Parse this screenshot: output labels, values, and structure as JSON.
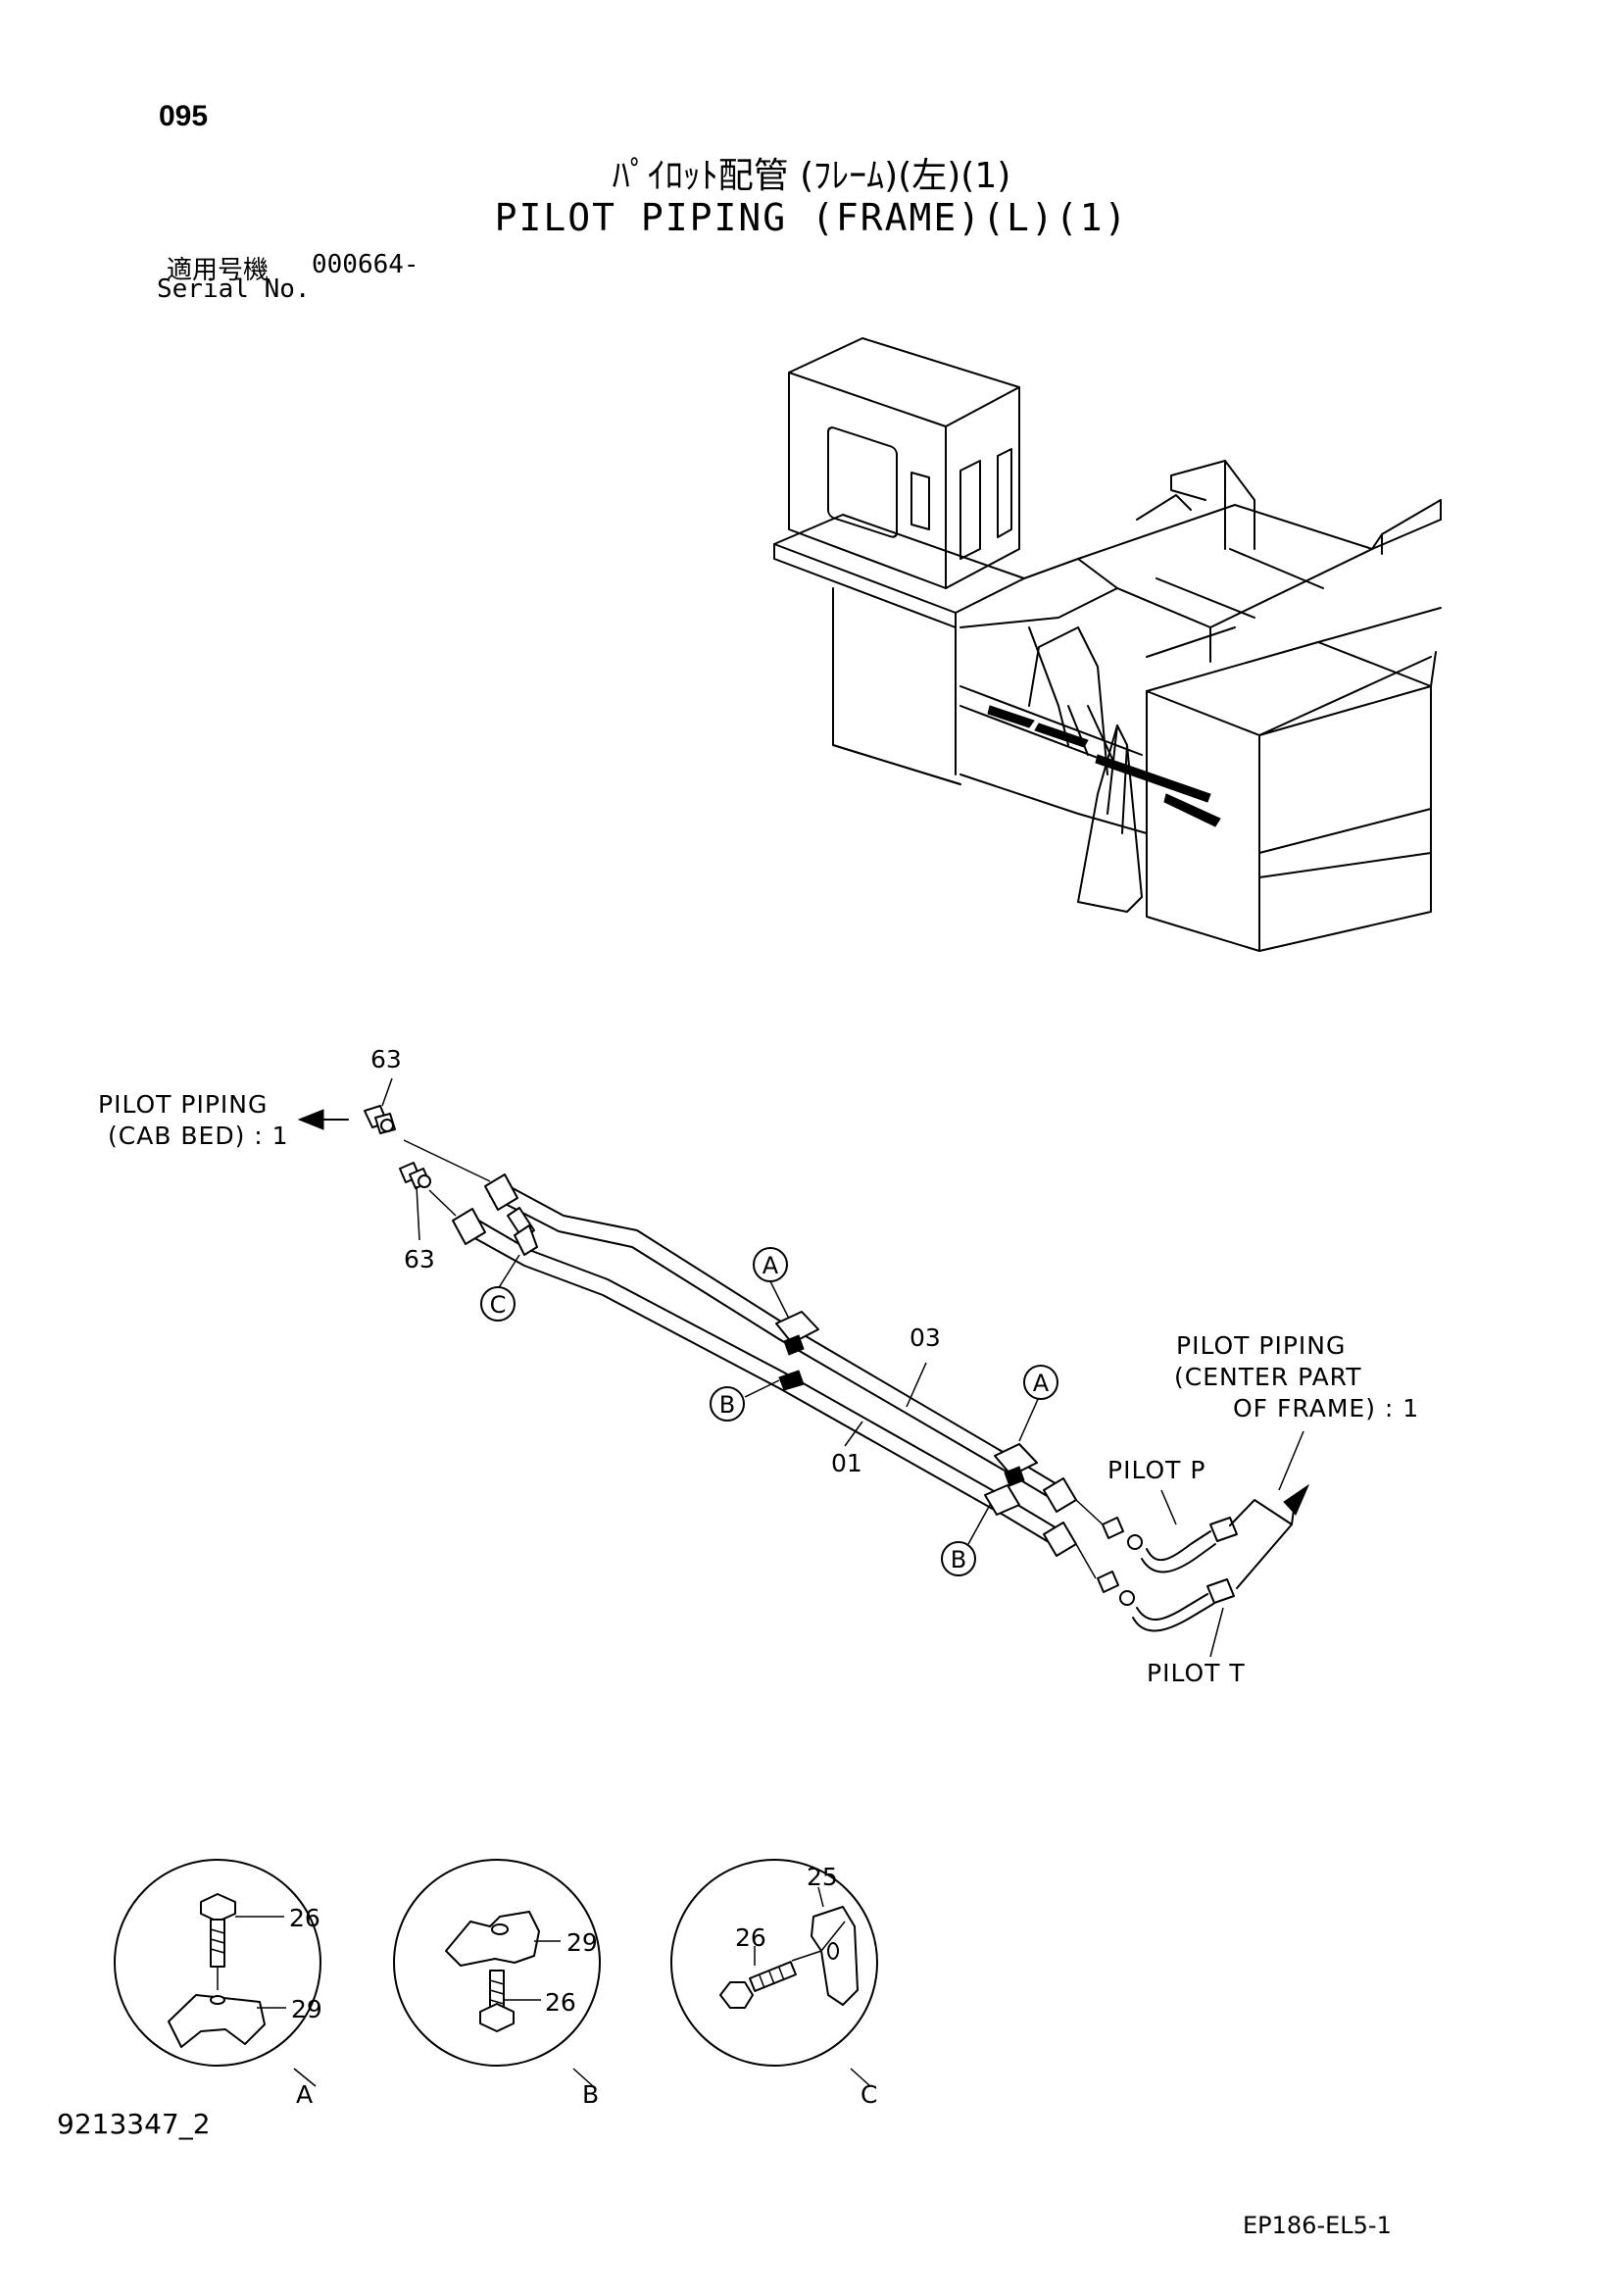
{
  "page_number": "095",
  "title_jp": "ﾊﾟｲﾛｯﾄ配管 (ﾌﾚｰﾑ)(左)(1)",
  "title_en": "PILOT PIPING (FRAME)(L)(1)",
  "serial": {
    "label_jp": "適用号機",
    "value": "000664-",
    "label_en": "Serial No."
  },
  "labels": {
    "pilot_cab_line1": "PILOT PIPING",
    "pilot_cab_line2": "(CAB BED) : 1",
    "pilot_center_line1": "PILOT PIPING",
    "pilot_center_line2": "(CENTER PART",
    "pilot_center_line3": "OF FRAME) : 1",
    "pilot_p": "PILOT  P",
    "pilot_t": "PILOT  T"
  },
  "part_numbers": {
    "fitting_top": "63",
    "fitting_bottom": "63",
    "pipe_upper": "03",
    "pipe_lower": "01",
    "detail_a_bolt": "26",
    "detail_a_clamp": "29",
    "detail_b_clamp": "29",
    "detail_b_bolt": "26",
    "detail_c_clamp": "25",
    "detail_c_bolt": "26"
  },
  "callouts": {
    "a1": "A",
    "a2": "A",
    "b1": "B",
    "b2": "B",
    "c1": "C",
    "detail_a": "A",
    "detail_b": "B",
    "detail_c": "C"
  },
  "footer": {
    "drawing_no": "9213347_2",
    "code": "EP186-EL5-1"
  }
}
